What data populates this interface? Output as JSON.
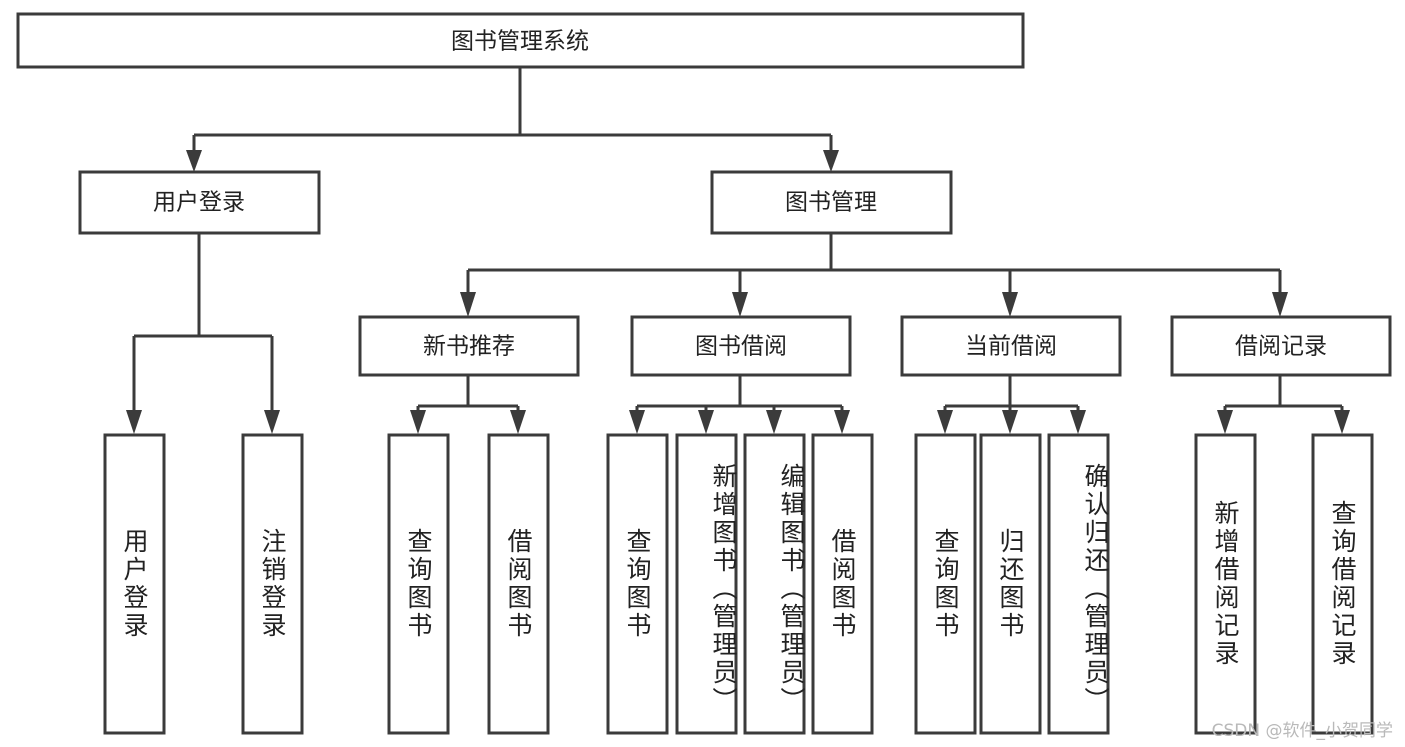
{
  "diagram": {
    "type": "tree-hierarchy",
    "title": "图书管理系统",
    "orientation": "top-down",
    "colors": {
      "box_stroke": "#3b3b3b",
      "box_fill": "#ffffff",
      "connector": "#3b3b3b",
      "text": "#222222",
      "background": "#ffffff",
      "watermark": "#b9b9b9"
    },
    "root": {
      "label": "图书管理系统"
    },
    "level2": [
      {
        "label": "用户登录"
      },
      {
        "label": "图书管理"
      }
    ],
    "level3": [
      {
        "label": "新书推荐"
      },
      {
        "label": "图书借阅"
      },
      {
        "label": "当前借阅"
      },
      {
        "label": "借阅记录"
      }
    ],
    "leaves": {
      "user_login": [
        {
          "label": "用户登录"
        },
        {
          "label": "注销登录"
        }
      ],
      "new_book_recommend": [
        {
          "label": "查询图书"
        },
        {
          "label": "借阅图书"
        }
      ],
      "book_borrow": [
        {
          "label": "查询图书"
        },
        {
          "label": "新增图书（管理员）"
        },
        {
          "label": "编辑图书（管理员）"
        },
        {
          "label": "借阅图书"
        }
      ],
      "current_borrow": [
        {
          "label": "查询图书"
        },
        {
          "label": "归还图书"
        },
        {
          "label": "确认归还（管理员）"
        }
      ],
      "borrow_record": [
        {
          "label": "新增借阅记录"
        },
        {
          "label": "查询借阅记录"
        }
      ]
    }
  },
  "watermark": {
    "text": "CSDN @软件_小贺同学"
  }
}
